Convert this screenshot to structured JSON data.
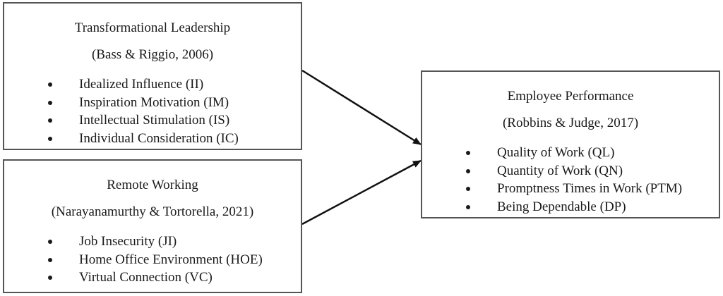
{
  "diagram": {
    "boxes": {
      "transformational_leadership": {
        "title": "Transformational Leadership",
        "citation": "(Bass & Riggio, 2006)",
        "items": [
          "Idealized Influence (II)",
          "Inspiration Motivation (IM)",
          "Intellectual Stimulation (IS)",
          "Individual Consideration (IC)"
        ]
      },
      "remote_working": {
        "title": "Remote Working",
        "citation": "(Narayanamurthy & Tortorella, 2021)",
        "items": [
          "Job Insecurity (JI)",
          "Home Office Environment (HOE)",
          "Virtual Connection (VC)"
        ]
      },
      "employee_performance": {
        "title": "Employee Performance",
        "citation": "(Robbins & Judge, 2017)",
        "items": [
          "Quality of Work (QL)",
          "Quantity of Work (QN)",
          "Promptness Times in Work (PTM)",
          "Being Dependable (DP)"
        ]
      }
    },
    "edges": [
      {
        "from": "transformational_leadership",
        "to": "employee_performance"
      },
      {
        "from": "remote_working",
        "to": "employee_performance"
      }
    ],
    "colors": {
      "border": "#555555",
      "text": "#1a1a1a",
      "arrow": "#111111"
    }
  }
}
